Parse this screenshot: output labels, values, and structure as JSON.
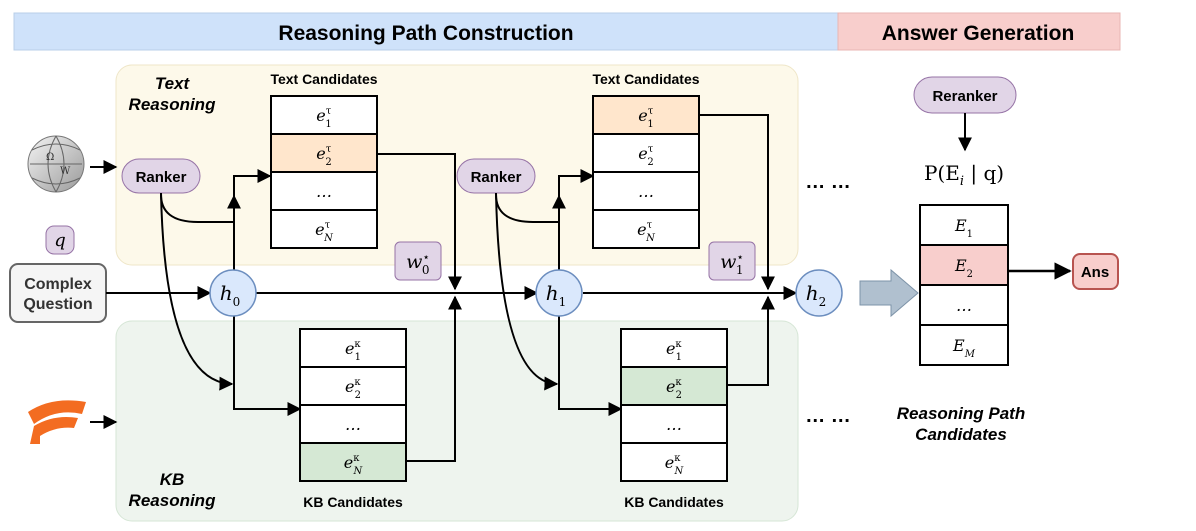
{
  "header": {
    "left_title": "Reasoning Path Construction",
    "right_title": "Answer Generation"
  },
  "text_panel": {
    "label_line1": "Text",
    "label_line2": "Reasoning",
    "cand_title": "Text Candidates"
  },
  "kb_panel": {
    "label_line1": "KB",
    "label_line2": "Reasoning",
    "cand_title": "KB Candidates"
  },
  "ranker_label": "Ranker",
  "reranker_label": "Reranker",
  "query_symbol": "q",
  "complex_question": [
    "Complex",
    "Question"
  ],
  "hidden_states": [
    {
      "base": "h",
      "sub": "0"
    },
    {
      "base": "h",
      "sub": "1"
    },
    {
      "base": "h",
      "sub": "2"
    }
  ],
  "weights": [
    {
      "base": "w",
      "sub": "0",
      "sup": "⋆"
    },
    {
      "base": "w",
      "sub": "1",
      "sup": "⋆"
    }
  ],
  "text_cells": [
    {
      "base": "e",
      "sup": "τ",
      "sub": "1"
    },
    {
      "base": "e",
      "sup": "τ",
      "sub": "2"
    },
    {
      "base": "…",
      "sup": "",
      "sub": ""
    },
    {
      "base": "e",
      "sup": "τ",
      "sub": "N"
    }
  ],
  "kb_cells": [
    {
      "base": "e",
      "sup": "κ",
      "sub": "1"
    },
    {
      "base": "e",
      "sup": "κ",
      "sub": "2"
    },
    {
      "base": "…",
      "sup": "",
      "sub": ""
    },
    {
      "base": "e",
      "sup": "κ",
      "sub": "N"
    }
  ],
  "ellipsis": "… …",
  "path_prob": {
    "prefix": "P(E",
    "sub": "i",
    "suffix": " | q)"
  },
  "path_cells": [
    {
      "base": "E",
      "sub": "1"
    },
    {
      "base": "E",
      "sub": "2"
    },
    {
      "base": "…",
      "sub": ""
    },
    {
      "base": "E",
      "sub": "M"
    }
  ],
  "path_candidates_label": [
    "Reasoning Path",
    "Candidates"
  ],
  "answer_label": "Ans",
  "icons": {
    "text_source": "wikipedia-globe-icon",
    "kb_source": "freebase-logo-icon"
  },
  "colors": {
    "header_blue": "#cfe2fa",
    "header_red": "#f8cecc",
    "text_panel_bg": "#fdf9ea",
    "kb_panel_bg": "#eef4ee",
    "ranker_fill": "#e1d5e7",
    "node_fill": "#dae8fc",
    "text_highlight": "#ffe6cc",
    "kb_highlight": "#d5e8d4",
    "path_highlight": "#f8cecc",
    "ans_fill": "#f8cecc",
    "ans_stroke": "#b85450",
    "freebase_orange": "#f36c21"
  }
}
